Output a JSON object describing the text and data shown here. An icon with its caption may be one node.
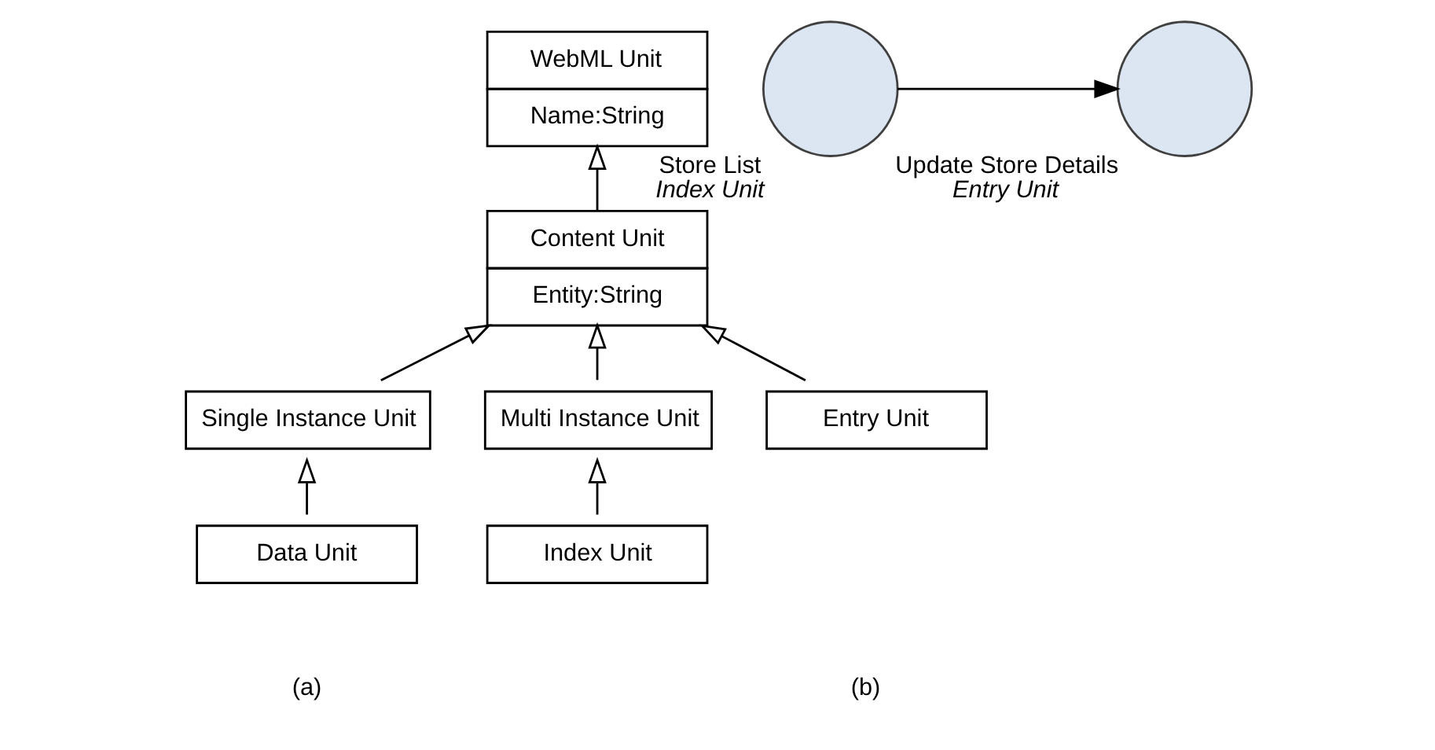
{
  "diagram": {
    "nodes": [
      {
        "text": [
          "WebML Unit",
          "Name:String"
        ]
      },
      {
        "text": [
          "Content Unit",
          "Entity:String"
        ]
      },
      {
        "text": [
          "Single Instance Unit"
        ]
      },
      {
        "text": [
          "Multi Instance Unit"
        ]
      },
      {
        "text": [
          "Entry Unit"
        ]
      },
      {
        "text": [
          "Data Unit"
        ]
      },
      {
        "text": [
          "Index Unit"
        ]
      },
      {
        "text": [
          "Store List",
          "Index Unit"
        ]
      },
      {
        "text": [
          "Update Store Details",
          "Entry Unit"
        ]
      }
    ],
    "edges": [
      {
        "from": 1,
        "to": 0,
        "arrow": "to"
      },
      {
        "from": 2,
        "to": 1,
        "arrow": "to"
      },
      {
        "from": 3,
        "to": 1,
        "arrow": "to"
      },
      {
        "from": 4,
        "to": 1,
        "arrow": "to"
      },
      {
        "from": 5,
        "to": 2,
        "arrow": "to"
      },
      {
        "from": 6,
        "to": 3,
        "arrow": "to"
      },
      {
        "from": 7,
        "to": 8,
        "arrow": "to"
      }
    ],
    "labels": [
      "(a)",
      "(b)"
    ]
  }
}
